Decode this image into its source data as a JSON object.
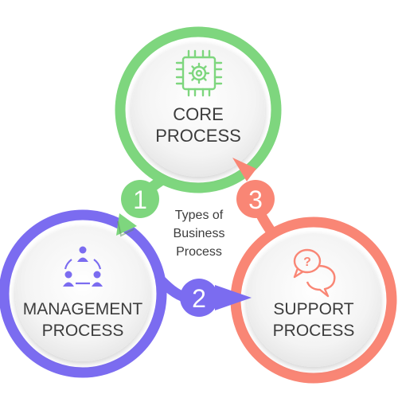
{
  "center": {
    "lines": [
      "Types of",
      "Business",
      "Process"
    ]
  },
  "nodes": {
    "core": {
      "lines": [
        "CORE",
        "PROCESS"
      ],
      "color": "#7ed67e",
      "icon": "chip-gear-icon"
    },
    "management": {
      "lines": [
        "MANAGEMENT",
        "PROCESS"
      ],
      "color": "#7b6cf0",
      "icon": "team-network-icon"
    },
    "support": {
      "lines": [
        "SUPPORT",
        "PROCESS"
      ],
      "color": "#f98675",
      "icon": "question-chat-icon"
    }
  },
  "steps": [
    {
      "number": "1",
      "color": "#7ed67e"
    },
    {
      "number": "2",
      "color": "#7b6cf0"
    },
    {
      "number": "3",
      "color": "#f98675"
    }
  ],
  "text_color": "#3c3c3c"
}
